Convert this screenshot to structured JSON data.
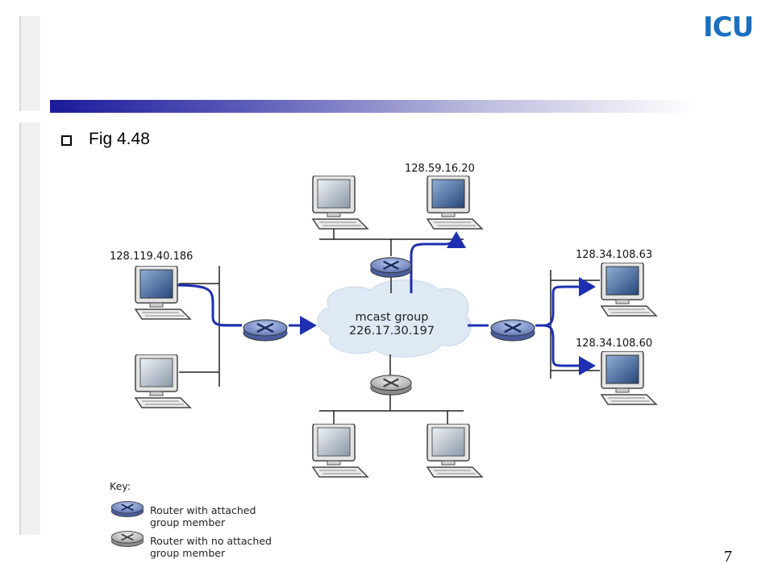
{
  "logo": "ICU",
  "slide": {
    "title": "Fig 4.48",
    "page_number": "7"
  },
  "diagram": {
    "group_label_line1": "mcast group",
    "group_label_line2": "226.17.30.197",
    "hosts": {
      "top_member": "128.59.16.20",
      "left_member": "128.119.40.186",
      "right_member_top": "128.34.108.63",
      "right_member_bottom": "128.34.108.60"
    },
    "key": {
      "title": "Key:",
      "attached_line1": "Router with attached",
      "attached_line2": "group member",
      "unattached_line1": "Router with no attached",
      "unattached_line2": "group member"
    }
  },
  "colors": {
    "accent": "#1a1a9a",
    "logo": "#1a6fc0",
    "multicast_path": "#1e2fb0",
    "cloud": "#dfe9f4"
  }
}
